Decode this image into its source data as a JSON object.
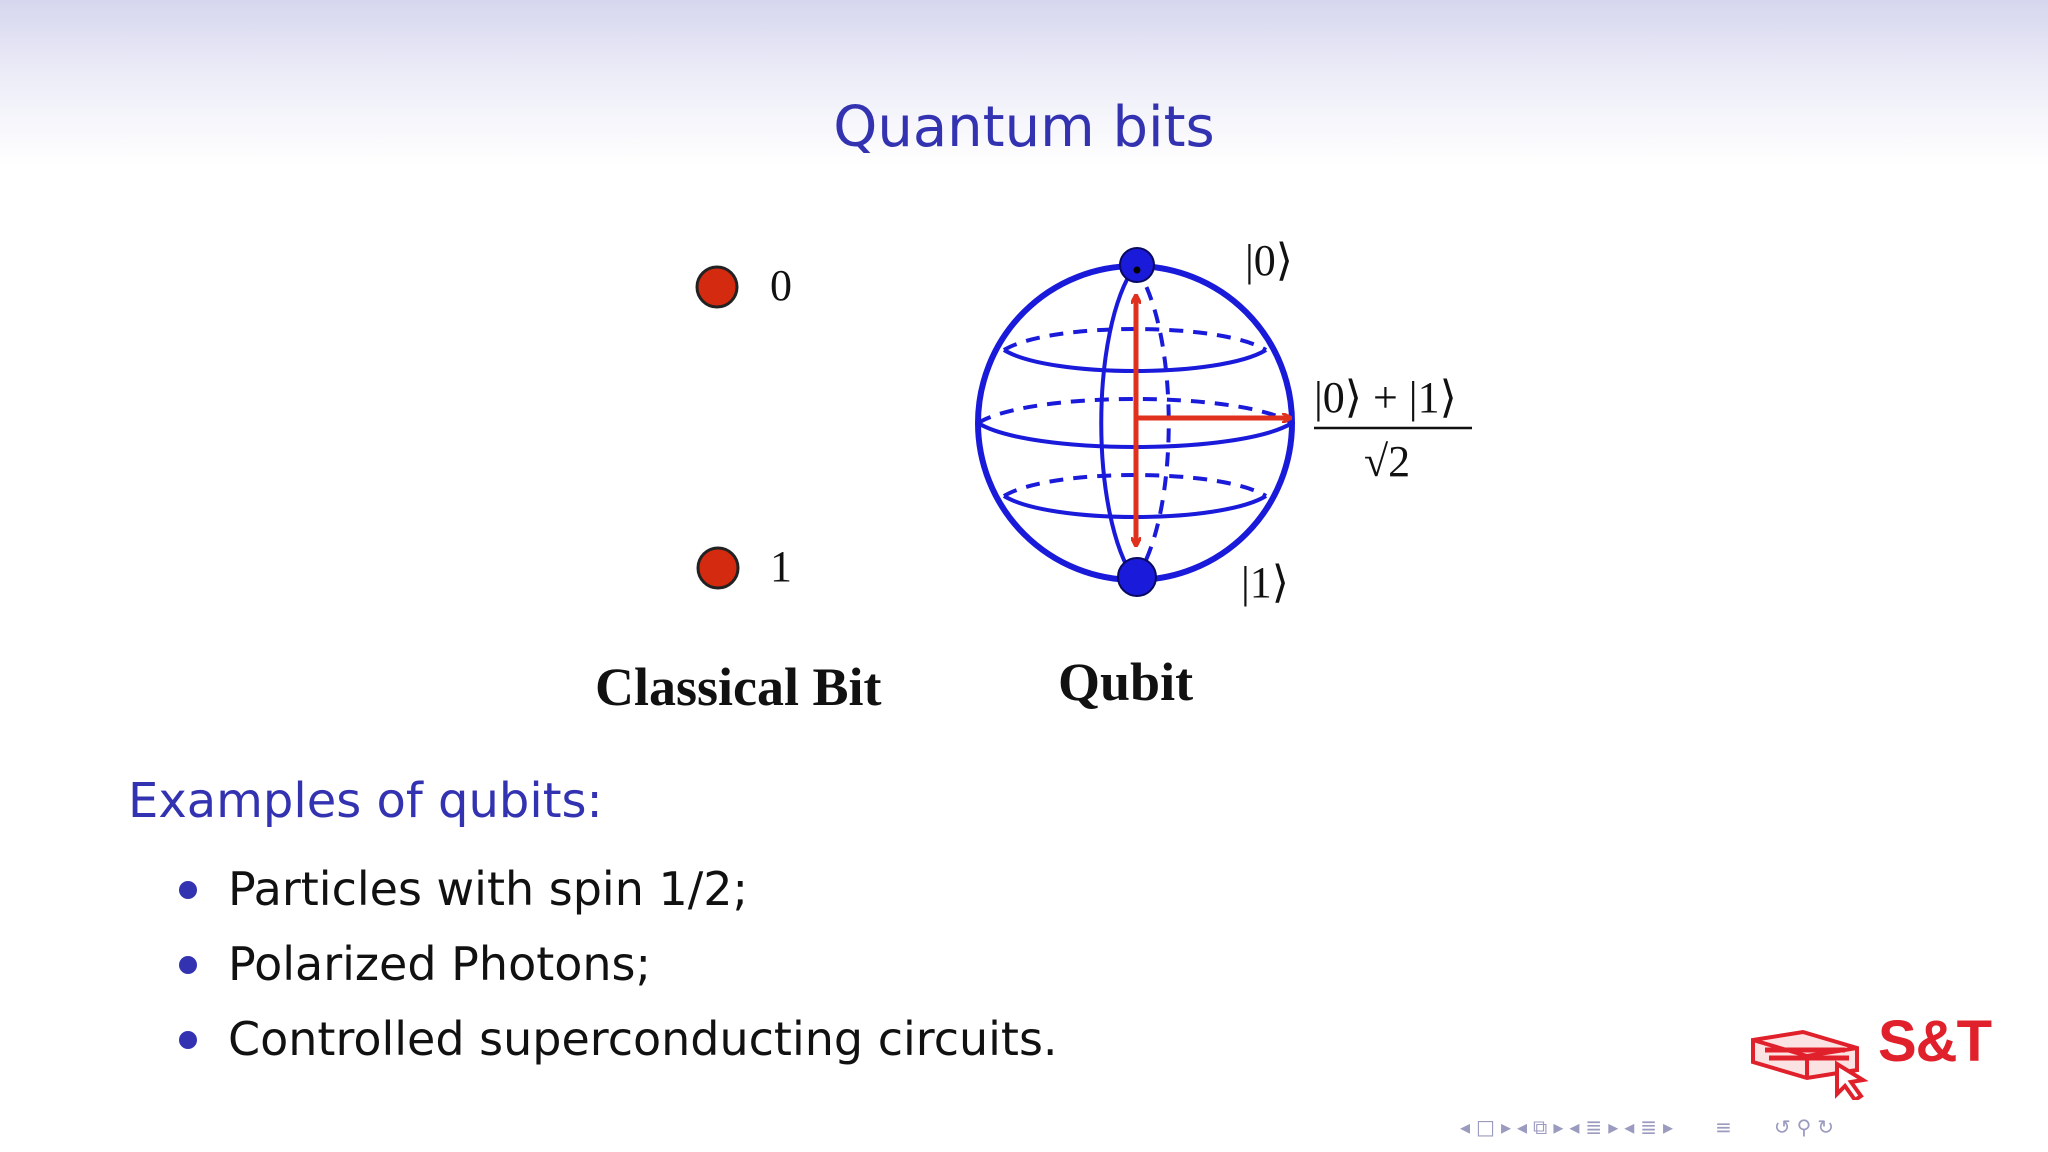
{
  "slide": {
    "title": "Quantum bits"
  },
  "figure": {
    "classical": {
      "label": "Classical Bit",
      "state0": "0",
      "state1": "1"
    },
    "qubit": {
      "label": "Qubit",
      "ket0": "|0⟩",
      "ket1": "|1⟩",
      "superposition_numerator": "|0⟩ + |1⟩",
      "superposition_denominator": "√2"
    },
    "colors": {
      "sphere": "#1a1adb",
      "arrows": "#e0301e",
      "dots": "#d42a10"
    }
  },
  "examples": {
    "heading": "Examples of qubits:",
    "items": [
      "Particles with spin 1/2;",
      "Polarized Photons;",
      "Controlled superconducting circuits."
    ]
  },
  "logo": {
    "text": "S&T"
  },
  "navigation": {
    "icons": [
      "nav-prev-frame-icon",
      "nav-frame-icon",
      "nav-next-frame-icon",
      "nav-prev-subsection-icon",
      "nav-subsection-icon",
      "nav-next-subsection-icon",
      "nav-prev-section-icon",
      "nav-section-icon",
      "nav-next-section-icon",
      "nav-appendix-icon",
      "nav-back-icon",
      "nav-search-icon",
      "nav-forward-icon"
    ]
  }
}
